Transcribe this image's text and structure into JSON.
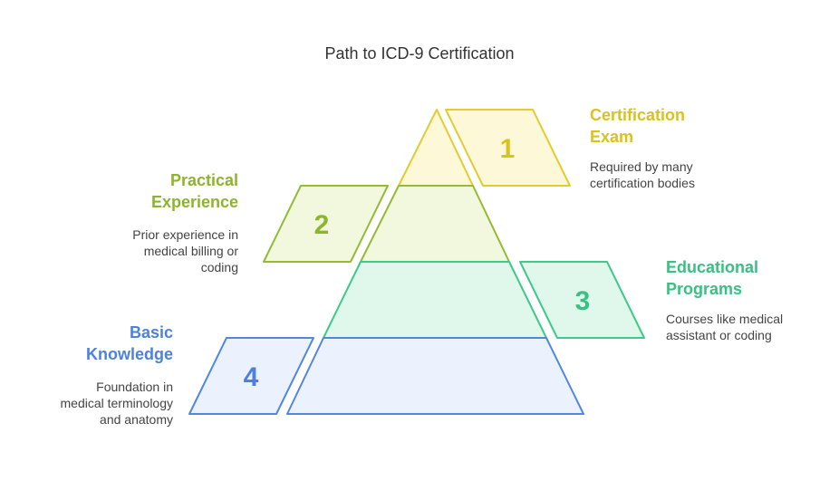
{
  "title": "Path to ICD-9 Certification",
  "steps": [
    {
      "number": "1",
      "heading_line1": "Certification",
      "heading_line2": "Exam",
      "desc_line1": "Required by many",
      "desc_line2": "certification bodies",
      "stroke": "#e2cc2f",
      "fill": "#fcf8d8",
      "text_color": "#d8c31e"
    },
    {
      "number": "2",
      "heading_line1": "Practical",
      "heading_line2": "Experience",
      "desc_line1": "Prior experience in",
      "desc_line2": "medical billing or",
      "desc_line3": "coding",
      "stroke": "#95bb35",
      "fill": "#f1f8de",
      "text_color": "#8cb52c"
    },
    {
      "number": "3",
      "heading_line1": "Educational",
      "heading_line2": "Programs",
      "desc_line1": "Courses like medical",
      "desc_line2": "assistant or coding",
      "stroke": "#3fc98a",
      "fill": "#e0f8ec",
      "text_color": "#38c182"
    },
    {
      "number": "4",
      "heading_line1": "Basic",
      "heading_line2": "Knowledge",
      "desc_line1": "Foundation in",
      "desc_line2": "medical terminology",
      "desc_line3": "and anatomy",
      "stroke": "#5287e0",
      "fill": "#ecf2fd",
      "text_color": "#4d82dc"
    }
  ]
}
